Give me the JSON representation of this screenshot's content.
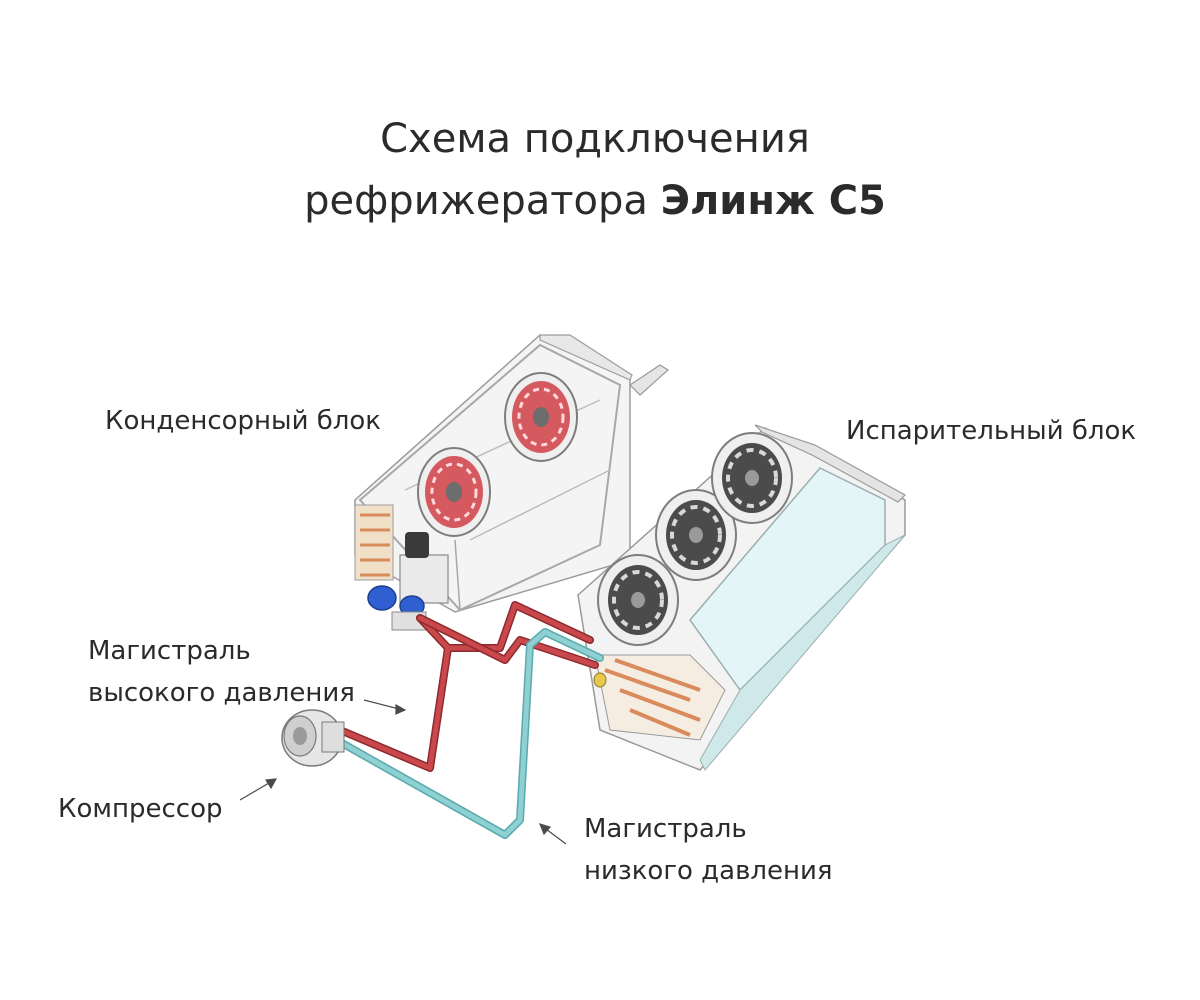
{
  "title": {
    "line1": "Схема подключения",
    "line2_prefix": "рефрижератора ",
    "line2_bold": "Элинж С5"
  },
  "labels": {
    "condenser": "Конденсорный блок",
    "evaporator": "Испарительный блок",
    "high_pressure_line1": "Магистраль",
    "high_pressure_line2": "высокого давления",
    "compressor": "Компрессор",
    "low_pressure_line1": "Магистраль",
    "low_pressure_line2": "низкого давления"
  },
  "colors": {
    "high_pressure_pipe": "#c9484c",
    "low_pressure_pipe": "#8fd0d2",
    "copper_coil": "#d98b5c",
    "fan_blades": "#c8484f",
    "evaporator_panel": "#e3f5f6",
    "housing": "#f1f1f1",
    "text": "#2b2b2b"
  }
}
